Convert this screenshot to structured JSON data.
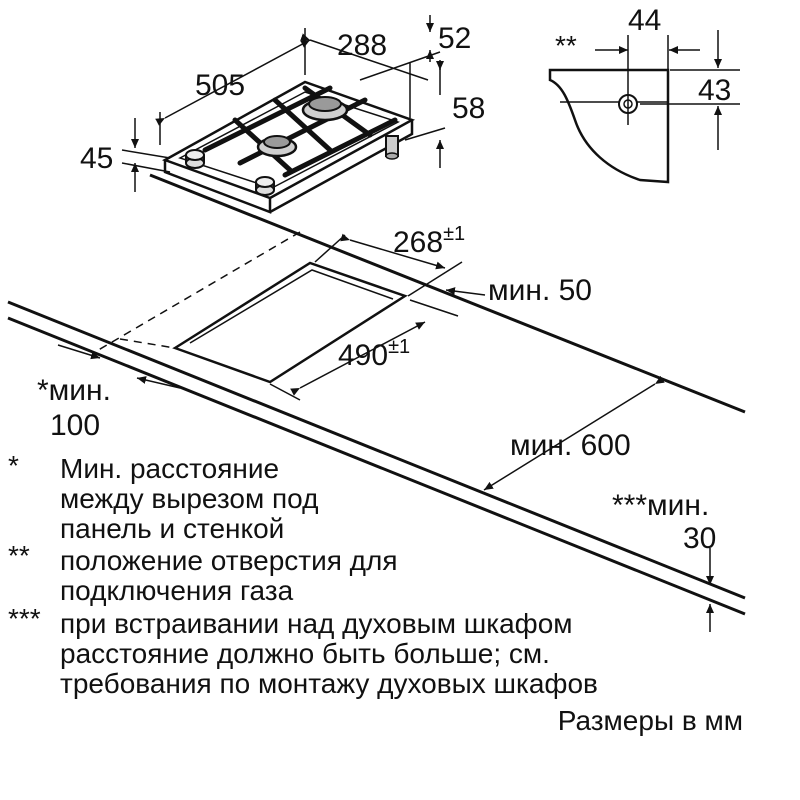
{
  "dimensions": {
    "d288": "288",
    "d52": "52",
    "d505": "505",
    "d58": "58",
    "d45": "45",
    "d44": "44",
    "d43": "43",
    "d268": "268",
    "tol268": "±1",
    "d490": "490",
    "tol490": "±1",
    "min50": "мин. 50",
    "min100_a": "*мин.",
    "min100_b": "100",
    "min600": "мин. 600",
    "min30_a": "***мин.",
    "min30_b": "30",
    "gas_mark": "**"
  },
  "notes": [
    {
      "marker": "*",
      "lines": [
        "Мин. расстояние",
        "между вырезом под",
        "панель и стенкой"
      ]
    },
    {
      "marker": "**",
      "lines": [
        "положение отверстия для",
        "подключения газа"
      ]
    },
    {
      "marker": "***",
      "lines": [
        "при встраивании над духовым шкафом",
        "расстояние должно быть больше; см.",
        "требования по монтажу духовых шкафов"
      ]
    }
  ],
  "units_note": "Размеры в мм"
}
